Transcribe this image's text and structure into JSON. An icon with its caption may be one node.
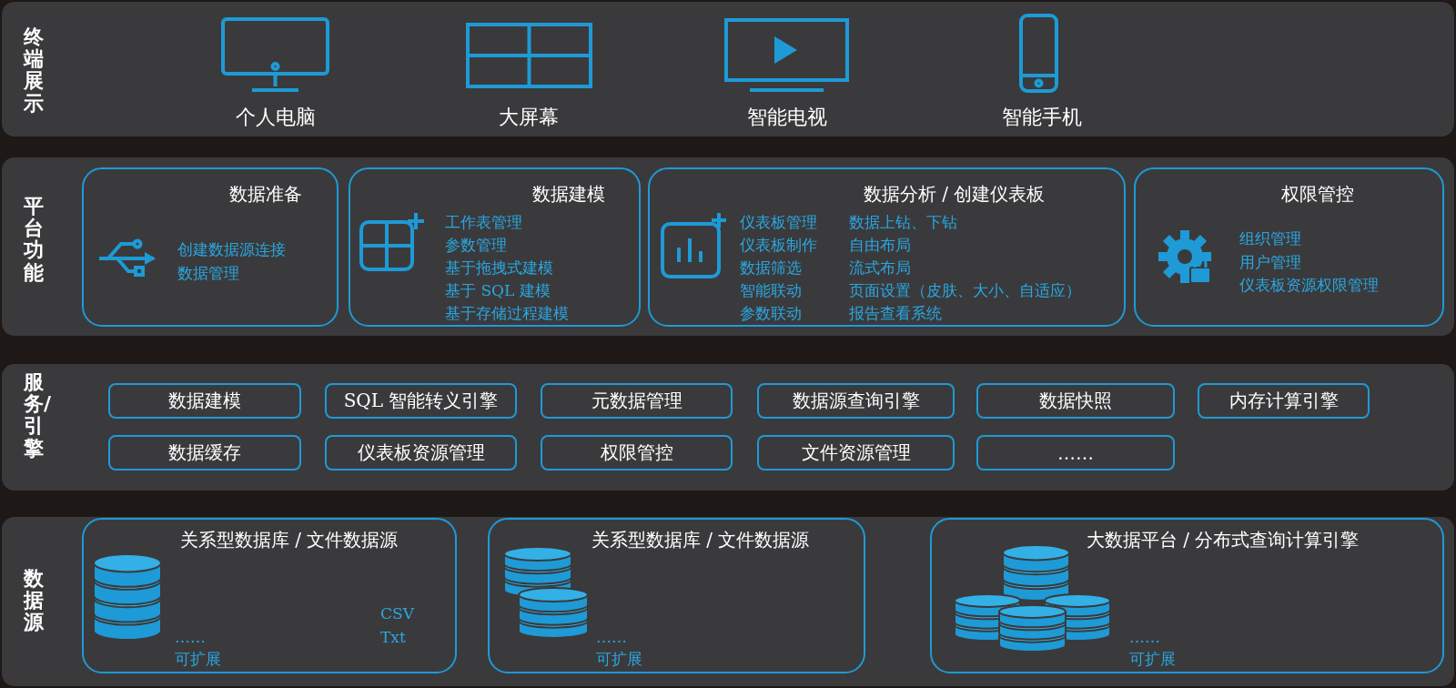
{
  "diagram": {
    "nodes": [
      {
        "text": [
          "终端展示"
        ]
      },
      {
        "text": [
          "平台功能"
        ]
      },
      {
        "text": [
          "数据准备",
          "创建数据源连接",
          "数据管理"
        ],
        "in": 1
      },
      {
        "text": [
          "数据建模",
          "工作表管理",
          "参数管理",
          "基于拖拽式建模",
          "基于 SQL 建模",
          "基于存储过程建模"
        ],
        "in": 1
      },
      {
        "text": [
          "数据分析 / 创建仪表板",
          "仪表板管理",
          "仪表板制作",
          "数据筛选",
          "智能联动",
          "参数联动",
          "数据上钻、下钻",
          "自由布局",
          "流式布局",
          "页面设置（皮肤、大小、自适应）",
          "报告查看系统"
        ],
        "in": 1
      },
      {
        "text": [
          "权限管控",
          "组织管理",
          "用户管理",
          "仪表板资源权限管理"
        ],
        "in": 1
      },
      {
        "text": [
          "服务/引擎"
        ]
      },
      {
        "text": [
          "数据建模"
        ],
        "in": 6
      },
      {
        "text": [
          "SQL 智能转义引擎"
        ],
        "in": 6
      },
      {
        "text": [
          "元数据管理"
        ],
        "in": 6
      },
      {
        "text": [
          "数据源查询引擎"
        ],
        "in": 6
      },
      {
        "text": [
          "数据快照"
        ],
        "in": 6
      },
      {
        "text": [
          "内存计算引擎"
        ],
        "in": 6
      },
      {
        "text": [
          "数据缓存"
        ],
        "in": 6
      },
      {
        "text": [
          "仪表板资源管理"
        ],
        "in": 6
      },
      {
        "text": [
          "权限管控"
        ],
        "in": 6
      },
      {
        "text": [
          "文件资源管理"
        ],
        "in": 6
      },
      {
        "text": [
          "……"
        ],
        "in": 6
      },
      {
        "text": [
          "数据源"
        ]
      },
      {
        "text": [
          "关系型数据库 / 文件数据源",
          "CSV",
          "Txt",
          "……",
          "可扩展"
        ],
        "in": 18
      },
      {
        "text": [
          "关系型数据库 / 文件数据源",
          "……",
          "可扩展"
        ],
        "in": 18
      },
      {
        "text": [
          "大数据平台 / 分布式查询计算引擎",
          "……",
          "可扩展"
        ],
        "in": 18
      }
    ],
    "labels": [
      "个人电脑",
      "大屏幕",
      "智能电视",
      "智能手机"
    ]
  }
}
